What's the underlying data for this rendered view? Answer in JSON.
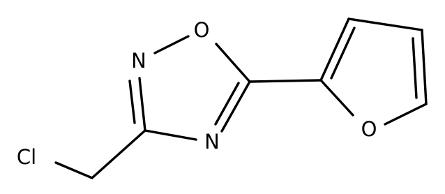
{
  "atoms": {
    "n2": "N",
    "o1": "O",
    "n4": "N",
    "o_furan": "O",
    "cl": "Cl"
  },
  "colors": {
    "bond": "#000000",
    "label": "#000000",
    "background": "#ffffff"
  }
}
